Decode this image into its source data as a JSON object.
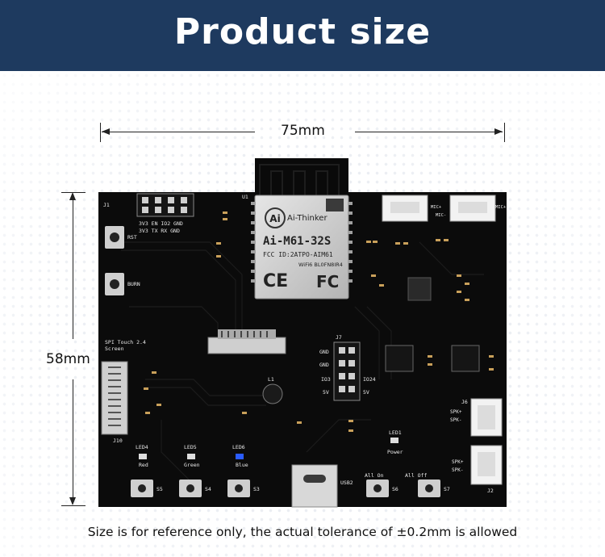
{
  "header": {
    "title": "Product size"
  },
  "dimensions": {
    "width_label": "75mm",
    "height_label": "58mm"
  },
  "footer": {
    "note": "Size is for reference only, the actual tolerance of ±0.2mm is allowed"
  },
  "board": {
    "module": {
      "brand": "Ai-Thinker",
      "model": "Ai-M61-32S",
      "fcc_id": "FCC ID:2ATPO-AIM61",
      "wifi": "WiFi6  BL0FN8IR4",
      "ce_mark": "CE",
      "fcc_mark": "FC"
    },
    "labels": {
      "j3_pins_top": "3V3  EN  IO2  GND",
      "j3_pins_bottom": "3V3  TX   RX   GND",
      "rst": "RST",
      "burn": "BURN",
      "spi_touch": "SPI Touch 2.4",
      "screen": "Screen",
      "j10": "J10",
      "led4": "LED4",
      "led5": "LED5",
      "led6": "LED6",
      "led1": "LED1",
      "red": "Red",
      "green": "Green",
      "blue": "Blue",
      "power": "Power",
      "all_on": "All On",
      "all_off": "All Off",
      "usb2": "USB2",
      "s5": "S5",
      "s4": "S4",
      "s3": "S3",
      "s6": "S6",
      "s7": "S7",
      "j6": "J6",
      "j2": "J2",
      "spk_plus": "SPK+",
      "spk_minus": "SPK-",
      "mic_plus": "MIC+",
      "mic_minus": "MIC-",
      "j7": "J7",
      "gnd": "GND",
      "io3": "IO3",
      "io24": "IO24",
      "v5": "5V",
      "l1": "L1",
      "u1": "U1",
      "j1": "J1"
    }
  },
  "colors": {
    "banner": "#1e3a5f",
    "board": "#0b0b0b",
    "silkscreen": "#e9e9e9",
    "module_shield": "#c8c8c8"
  }
}
